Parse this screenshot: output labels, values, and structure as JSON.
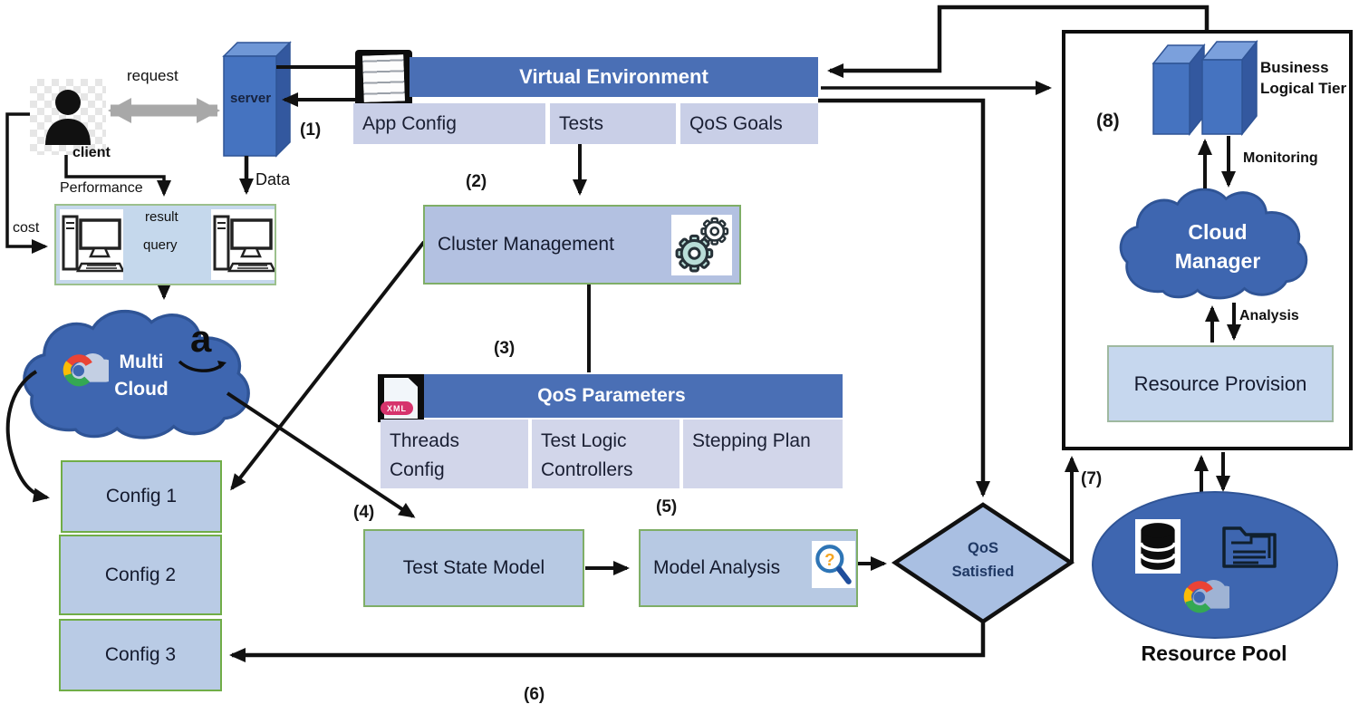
{
  "colors": {
    "header_blue": "#4a6fb5",
    "node_fill_blue": "#b7c9e3",
    "cell_lavender": "#c9cfe7",
    "qos_cell_lavender": "#d2d6ea",
    "solid_blue": "#3e66b0",
    "pillar_blue": "#4573c0",
    "diamond_fill": "#a9bfe2",
    "green_border": "#7fae67",
    "arrow_black": "#111111",
    "request_arrow_gray": "#a8a8a8",
    "xml_badge_pink": "#d6336c"
  },
  "markers": [
    "(1)",
    "(2)",
    "(3)",
    "(4)",
    "(5)",
    "(6)",
    "(7)",
    "(8)"
  ],
  "client_area": {
    "client_label": "client",
    "request_label": "request",
    "server_label": "server",
    "data_label": "Data",
    "performance_label": "Performance",
    "cost_label": "cost",
    "result_label": "result",
    "query_label": "query"
  },
  "virtual_environment": {
    "title": "Virtual Environment",
    "cells": [
      "App Config",
      "Tests",
      "QoS Goals"
    ]
  },
  "cluster_management": {
    "label": "Cluster Management"
  },
  "qos_parameters": {
    "title": "QoS Parameters",
    "xml_badge": "XML",
    "cells": [
      "Threads Config",
      "Test Logic Controllers",
      "Stepping Plan"
    ]
  },
  "multi_cloud": {
    "label": "Multi Cloud",
    "amazon_letter": "a"
  },
  "configs": [
    "Config 1",
    "Config 2",
    "Config 3"
  ],
  "pipeline": {
    "test_state_model": "Test State Model",
    "model_analysis": "Model Analysis"
  },
  "decision": {
    "label": "QoS Satisfied"
  },
  "management_panel": {
    "business_tier": "Business Logical Tier",
    "monitoring": "Monitoring",
    "cloud_manager": "Cloud Manager",
    "analysis": "Analysis",
    "resource_provision": "Resource Provision"
  },
  "resource_pool": {
    "label": "Resource Pool"
  }
}
